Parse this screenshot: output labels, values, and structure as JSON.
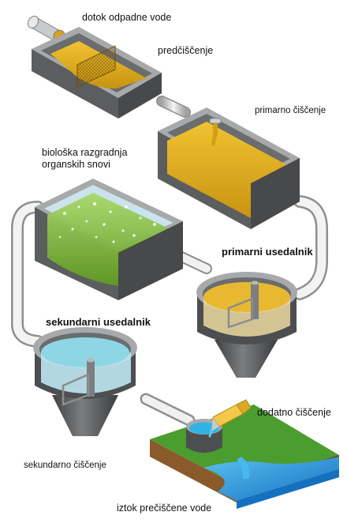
{
  "labels": {
    "inflow": "dotok odpadne vode",
    "prescreening": "predčiščenje",
    "primary_treatment": "primarno čiščenje",
    "biological": "biološka razgradnja organskih snovi",
    "primary_settler": "primarni usedalnik",
    "secondary_settler": "sekundarni usedalnik",
    "additional_treatment": "dodatno čiščenje",
    "secondary_treatment": "sekundarno čiščenje",
    "outflow": "iztok prečiščene vode"
  },
  "colors": {
    "tank_grey": "#5a5c5e",
    "tank_light": "#8d8f91",
    "sewage": "#e2ad1a",
    "sewage_dark": "#b98a0c",
    "bio_water": "#8cc63f",
    "bio_water_dark": "#5f9a22",
    "clear_water": "#7fd3e6",
    "river": "#1e90d8",
    "grass": "#4a9a2c"
  }
}
